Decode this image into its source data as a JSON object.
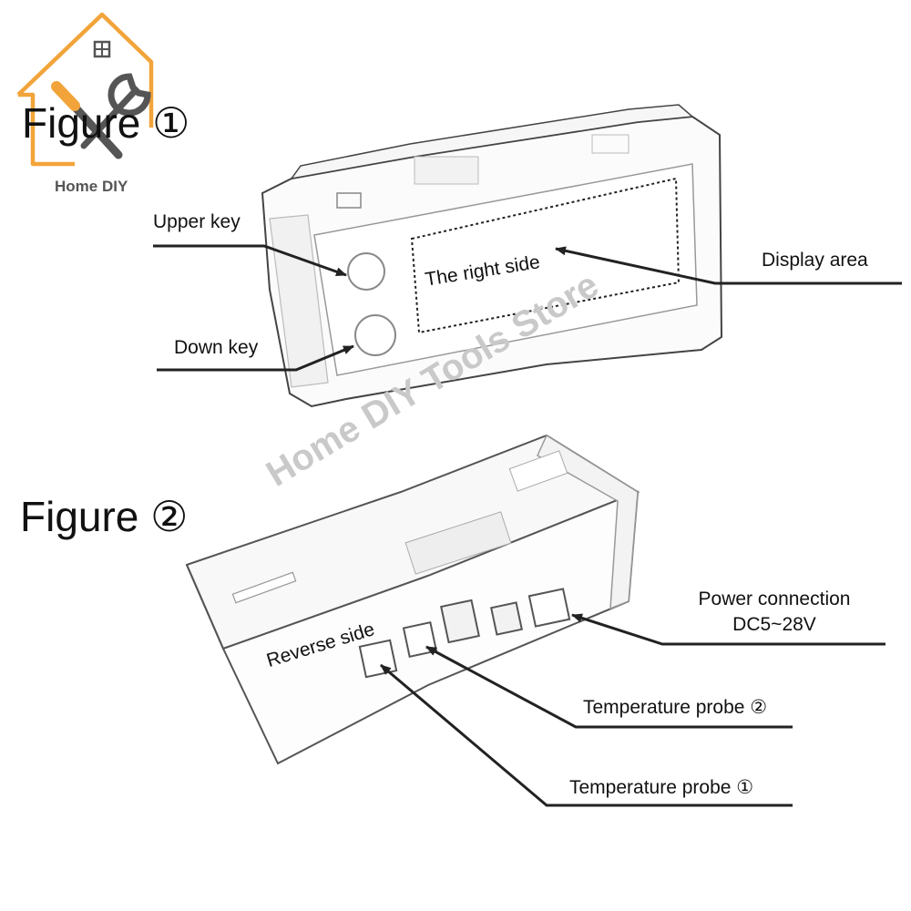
{
  "logo": {
    "brand_text": "Home DIY"
  },
  "watermark": "Home DIY Tools Store",
  "figure1": {
    "title": "Figure ①",
    "labels": {
      "upper_key": "Upper key",
      "down_key": "Down key",
      "right_side": "The right side",
      "display_area": "Display area"
    }
  },
  "figure2": {
    "title": "Figure ②",
    "labels": {
      "reverse_side": "Reverse side",
      "power_connection": "Power connection",
      "power_voltage": "DC5~28V",
      "probe_2": "Temperature probe ②",
      "probe_1": "Temperature probe ①"
    }
  },
  "colors": {
    "logo_orange": "#f2a43a",
    "logo_gray": "#555555",
    "line": "#222222",
    "watermark": "#c9c9c9"
  }
}
